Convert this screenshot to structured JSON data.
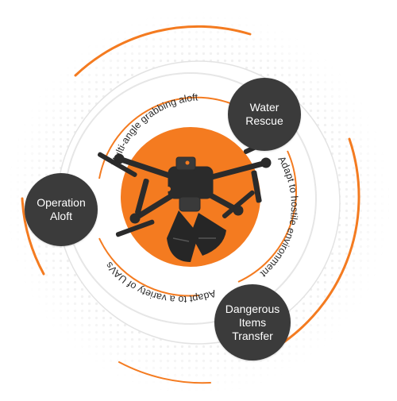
{
  "diagram": {
    "capabilities": {
      "water_rescue": [
        "Water",
        "Rescue"
      ],
      "operation_aloft": [
        "Operation",
        "Aloft"
      ],
      "dangerous_items": [
        "Dangerous",
        "Items",
        "Transfer"
      ]
    },
    "ring_labels": {
      "top": "Multi-angle grabbing aloft",
      "right": "Adapt to hostile environment",
      "bottom": "Adapt to a variety of UAVs"
    },
    "colors": {
      "accent_orange": "#f47b20",
      "badge_dark": "#3b3b3b",
      "ring_gray": "#d9d9d9",
      "drone_body": "#2b2b2b"
    },
    "icons": {
      "center": "drone-with-gripper-icon"
    }
  }
}
